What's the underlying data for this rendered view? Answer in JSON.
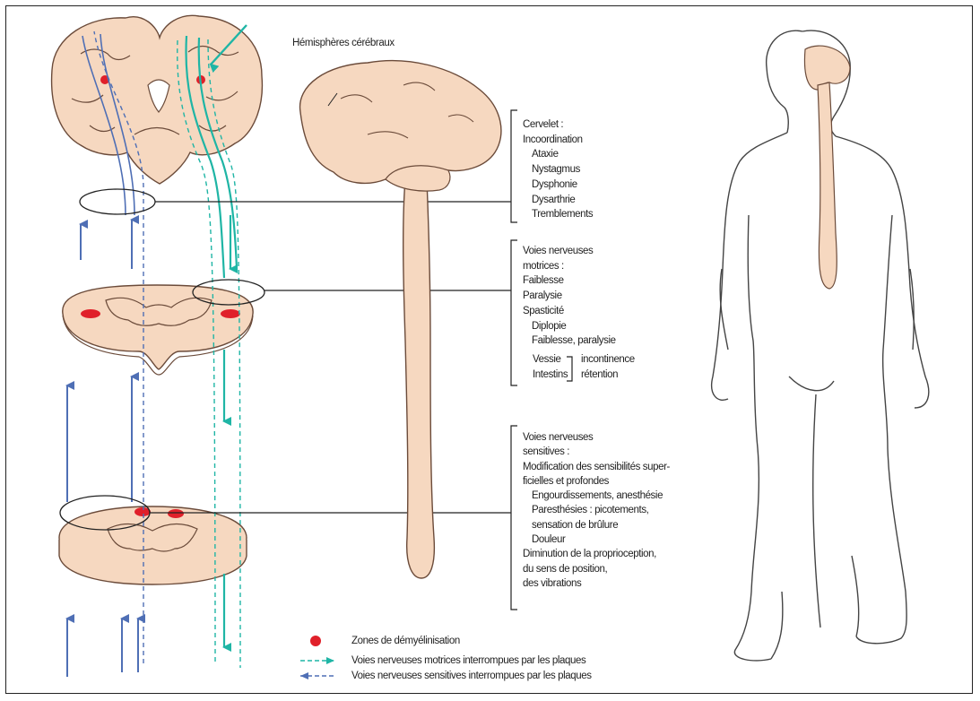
{
  "title_label": "Hémisphères cérébraux",
  "blocks": {
    "cervelet": {
      "title": "Cervelet :",
      "heading": "Incoordination",
      "items": [
        "Ataxie",
        "Nystagmus",
        "Dysphonie",
        "Dysarthrie",
        "Tremblements"
      ]
    },
    "motrices": {
      "title_line1": "Voies nerveuses",
      "title_line2": "motrices :",
      "items": [
        "Faiblesse",
        "Paralysie",
        "Spasticité"
      ],
      "sub_items": [
        "Diplopie",
        "Faiblesse, paralysie"
      ],
      "vessie": "Vessie",
      "intestins": "Intestins",
      "incontinence": "incontinence",
      "retention": "rétention"
    },
    "sensitives": {
      "title_line1": "Voies nerveuses",
      "title_line2": "sensitives :",
      "mod_line1": "Modification des sensibilités super-",
      "mod_line2": "ficielles et profondes",
      "sub1": "Engourdissements, anesthésie",
      "sub2a": "Paresthésies :  picotements,",
      "sub2b": "sensation de brûlure",
      "sub3": "Douleur",
      "dim_line1": "Diminution de la proprioception,",
      "dim_line2": "du sens de position,",
      "dim_line3": "des vibrations"
    }
  },
  "legend": {
    "demyelination": "Zones de démyélinisation",
    "motor": "Voies nerveuses motrices interrompues par les plaques",
    "sensory": "Voies nerveuses sensitives interrompues par les plaques"
  },
  "colors": {
    "tissue": "#f6d8c0",
    "tissue_outline": "#6b4b3a",
    "lesion": "#e0202a",
    "motor": "#1fb5a5",
    "sensory": "#4f6fb5"
  }
}
